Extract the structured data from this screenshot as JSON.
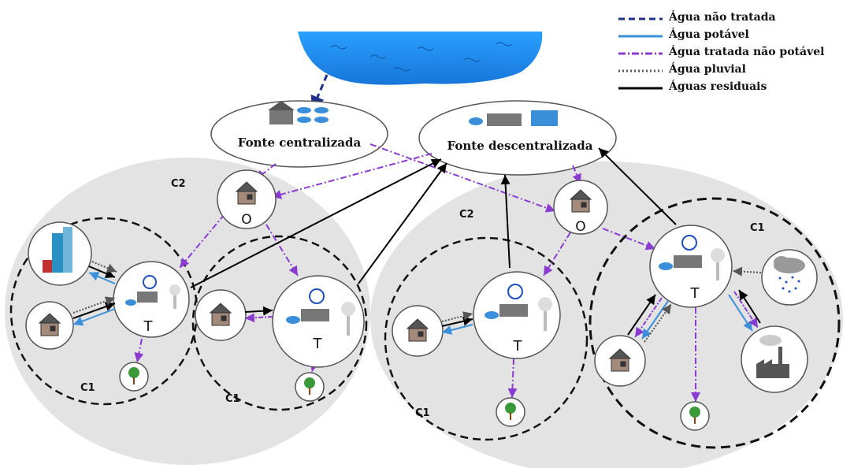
{
  "legend": [
    {
      "label": "Água não tratada",
      "style": "dashed",
      "color": "#1f2f8a"
    },
    {
      "label": "Água potável",
      "style": "solid",
      "color": "#3a8fd8"
    },
    {
      "label": "Água tratada não potável",
      "style": "dashdot",
      "color": "#8a3bd0"
    },
    {
      "label": "Água pluvial",
      "style": "dotted",
      "color": "#555555"
    },
    {
      "label": "Águas residuais",
      "style": "solid-thick",
      "color": "#000000"
    }
  ],
  "sources": {
    "centralized": "Fonte centralizada",
    "decentralized": "Fonte descentralizada"
  },
  "labels": {
    "c2": "C2",
    "c1": "C1",
    "o": "O",
    "t": "T"
  },
  "colors": {
    "untreated": "#1f2f8a",
    "potable": "#3a8fd8",
    "nonpotable": "#8a3bd0",
    "rain": "#555555",
    "waste": "#000000",
    "zone": "#e3e3e3",
    "lake": "#1e8ff0"
  }
}
